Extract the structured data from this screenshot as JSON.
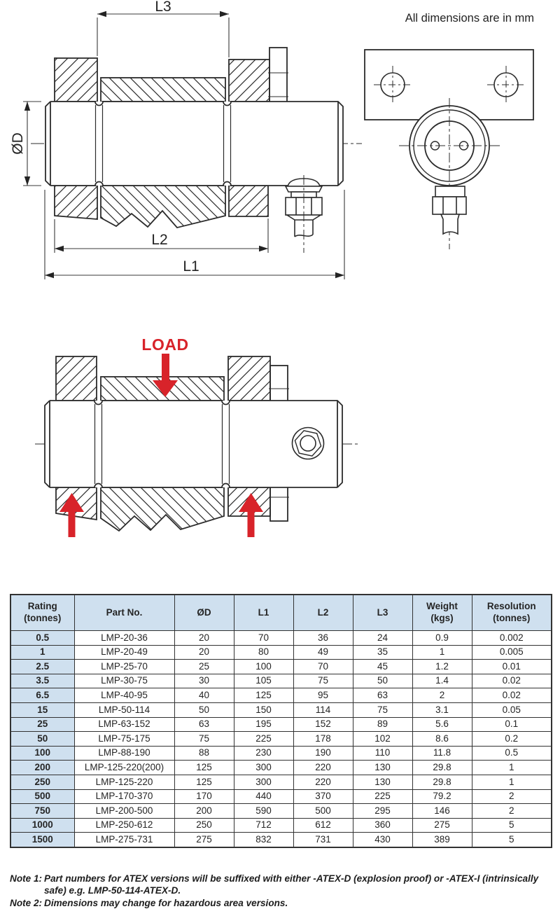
{
  "colors": {
    "line": "#2b2b2b",
    "load_red": "#d8232a",
    "table_header_bg": "#cfe0ef",
    "table_border": "#323232",
    "text": "#222222"
  },
  "page": {
    "units_note": "All dimensions are in mm"
  },
  "diagrams": {
    "side_view": {
      "labels": {
        "l3": "L3",
        "od": "ØD",
        "l2": "L2",
        "l1": "L1"
      }
    },
    "load_view": {
      "load_label": "LOAD"
    }
  },
  "table": {
    "headers": [
      "Rating\n(tonnes)",
      "Part No.",
      "ØD",
      "L1",
      "L2",
      "L3",
      "Weight\n(kgs)",
      "Resolution\n(tonnes)"
    ],
    "rows": [
      [
        "0.5",
        "LMP-20-36",
        "20",
        "70",
        "36",
        "24",
        "0.9",
        "0.002"
      ],
      [
        "1",
        "LMP-20-49",
        "20",
        "80",
        "49",
        "35",
        "1",
        "0.005"
      ],
      [
        "2.5",
        "LMP-25-70",
        "25",
        "100",
        "70",
        "45",
        "1.2",
        "0.01"
      ],
      [
        "3.5",
        "LMP-30-75",
        "30",
        "105",
        "75",
        "50",
        "1.4",
        "0.02"
      ],
      [
        "6.5",
        "LMP-40-95",
        "40",
        "125",
        "95",
        "63",
        "2",
        "0.02"
      ],
      [
        "15",
        "LMP-50-114",
        "50",
        "150",
        "114",
        "75",
        "3.1",
        "0.05"
      ],
      [
        "25",
        "LMP-63-152",
        "63",
        "195",
        "152",
        "89",
        "5.6",
        "0.1"
      ],
      [
        "50",
        "LMP-75-175",
        "75",
        "225",
        "178",
        "102",
        "8.6",
        "0.2"
      ],
      [
        "100",
        "LMP-88-190",
        "88",
        "230",
        "190",
        "110",
        "11.8",
        "0.5"
      ],
      [
        "200",
        "LMP-125-220(200)",
        "125",
        "300",
        "220",
        "130",
        "29.8",
        "1"
      ],
      [
        "250",
        "LMP-125-220",
        "125",
        "300",
        "220",
        "130",
        "29.8",
        "1"
      ],
      [
        "500",
        "LMP-170-370",
        "170",
        "440",
        "370",
        "225",
        "79.2",
        "2"
      ],
      [
        "750",
        "LMP-200-500",
        "200",
        "590",
        "500",
        "295",
        "146",
        "2"
      ],
      [
        "1000",
        "LMP-250-612",
        "250",
        "712",
        "612",
        "360",
        "275",
        "5"
      ],
      [
        "1500",
        "LMP-275-731",
        "275",
        "832",
        "731",
        "430",
        "389",
        "5"
      ]
    ]
  },
  "notes": [
    {
      "label": "Note 1:",
      "text": "Part numbers for ATEX versions will be suffixed with either -ATEX-D (explosion proof) or -ATEX-I (intrinsically safe) e.g. LMP-50-114-ATEX-D."
    },
    {
      "label": "Note 2:",
      "text": "Dimensions may change for hazardous area versions."
    }
  ]
}
